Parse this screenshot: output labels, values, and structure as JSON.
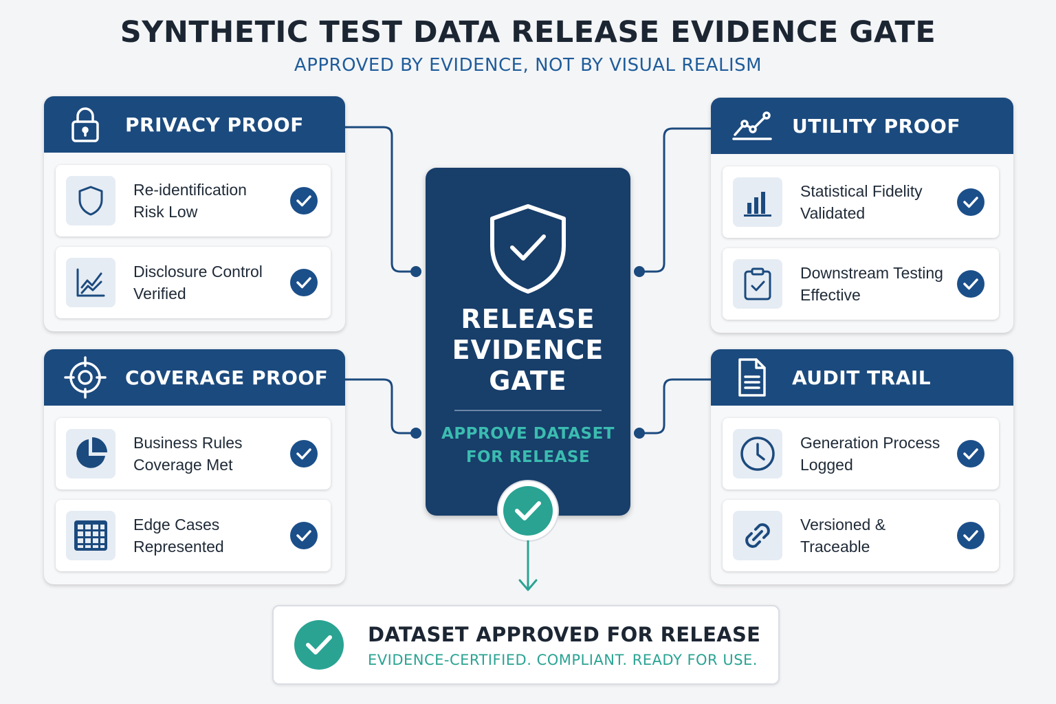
{
  "header": {
    "title": "SYNTHETIC TEST DATA RELEASE EVIDENCE GATE",
    "subtitle": "APPROVED BY EVIDENCE, NOT BY VISUAL REALISM"
  },
  "panels": {
    "privacy": {
      "title": "PRIVACY PROOF",
      "icon": "lock-icon",
      "items": [
        {
          "text": "Re-identification Risk Low",
          "icon": "shield-icon",
          "status": "checked"
        },
        {
          "text": "Disclosure Control Verified",
          "icon": "line-chart-icon",
          "status": "checked"
        }
      ]
    },
    "coverage": {
      "title": "COVERAGE PROOF",
      "icon": "target-icon",
      "items": [
        {
          "text": "Business Rules Coverage Met",
          "icon": "pie-chart-icon",
          "status": "checked"
        },
        {
          "text": "Edge Cases Represented",
          "icon": "grid-table-icon",
          "status": "checked"
        }
      ]
    },
    "utility": {
      "title": "UTILITY PROOF",
      "icon": "trend-line-icon",
      "items": [
        {
          "text": "Statistical Fidelity Validated",
          "icon": "bar-chart-icon",
          "status": "checked"
        },
        {
          "text": "Downstream Testing Effective",
          "icon": "clipboard-check-icon",
          "status": "checked"
        }
      ]
    },
    "audit": {
      "title": "AUDIT TRAIL",
      "icon": "document-icon",
      "items": [
        {
          "text": "Generation Process Logged",
          "icon": "clock-icon",
          "status": "checked"
        },
        {
          "text": "Versioned & Traceable",
          "icon": "link-icon",
          "status": "checked"
        }
      ]
    }
  },
  "gate": {
    "title_lines": [
      "RELEASE",
      "EVIDENCE",
      "GATE"
    ],
    "action_lines": [
      "APPROVE DATASET",
      "FOR RELEASE"
    ],
    "icon": "shield-check-icon"
  },
  "result": {
    "title": "DATASET APPROVED FOR RELEASE",
    "subtitle": "EVIDENCE-CERTIFIED. COMPLIANT. READY FOR USE.",
    "icon": "check-circle-icon"
  },
  "colors": {
    "navy": "#1b4a7e",
    "gate_navy": "#183e6a",
    "teal": "#2aa393",
    "check_blue": "#1b4f8a",
    "background": "#f4f5f7"
  }
}
